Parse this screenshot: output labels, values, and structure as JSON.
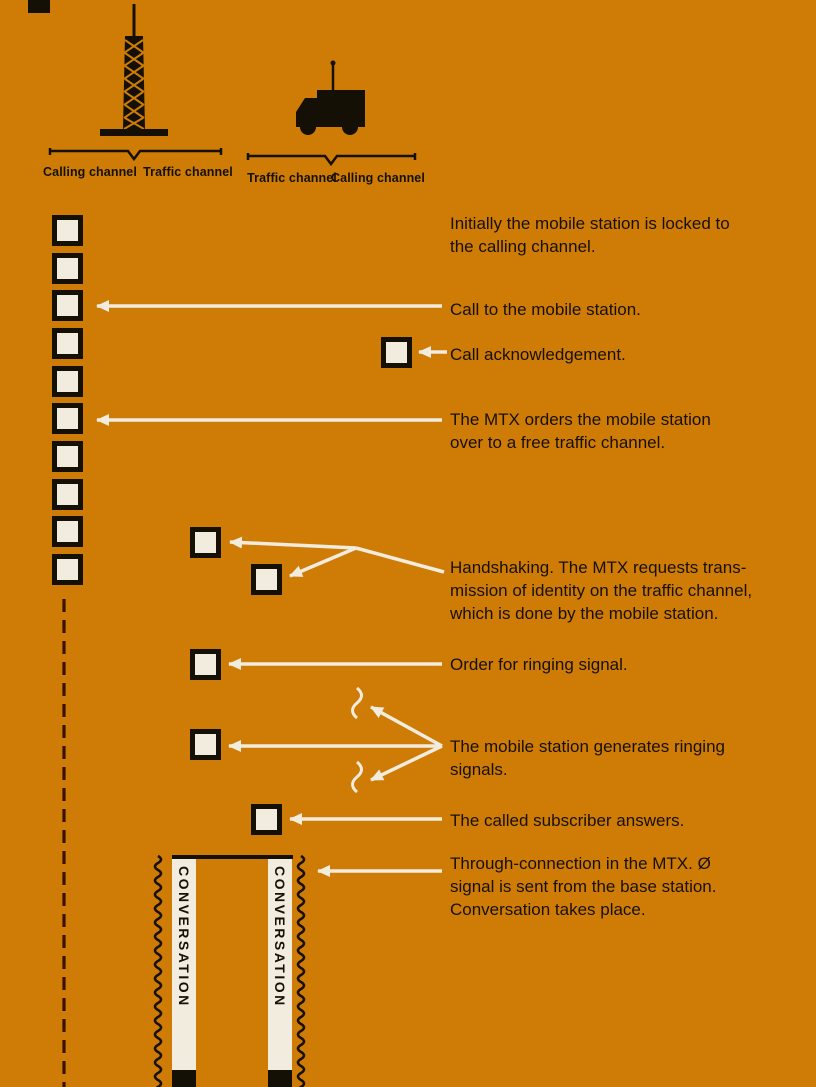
{
  "page": {
    "background_color": "#ce7c06",
    "ink_color": "#141005",
    "signal_color": "#f2ecdf"
  },
  "icons": {
    "base_station_antenna": "lattice-tower",
    "mobile_station_truck": "truck-silhouette",
    "ringing_signal_waveform": "vertical-squiggle"
  },
  "channels": {
    "base_station": {
      "left": "Calling channel",
      "right": "Traffic channel"
    },
    "mobile_station": {
      "left": "Traffic channel",
      "right": "Calling channel"
    }
  },
  "steps": [
    {
      "text": "Initially the mobile station is locked to\nthe calling channel."
    },
    {
      "text": "Call to the mobile station."
    },
    {
      "text": "Call acknowledgement."
    },
    {
      "text": "The MTX orders the mobile station\nover to a free traffic channel."
    },
    {
      "text": "Handshaking. The MTX requests trans-\nmission of identity on the traffic channel,\nwhich is done by the mobile station."
    },
    {
      "text": "Order for ringing signal."
    },
    {
      "text": "The mobile station generates ringing\nsignals."
    },
    {
      "text": "The called subscriber answers."
    },
    {
      "text": "Through-connection in the MTX. Ø\nsignal is sent from the base station.\nConversation takes place."
    }
  ],
  "conversation": {
    "left": "CONVERSATION",
    "right": "CONVERSATION"
  }
}
